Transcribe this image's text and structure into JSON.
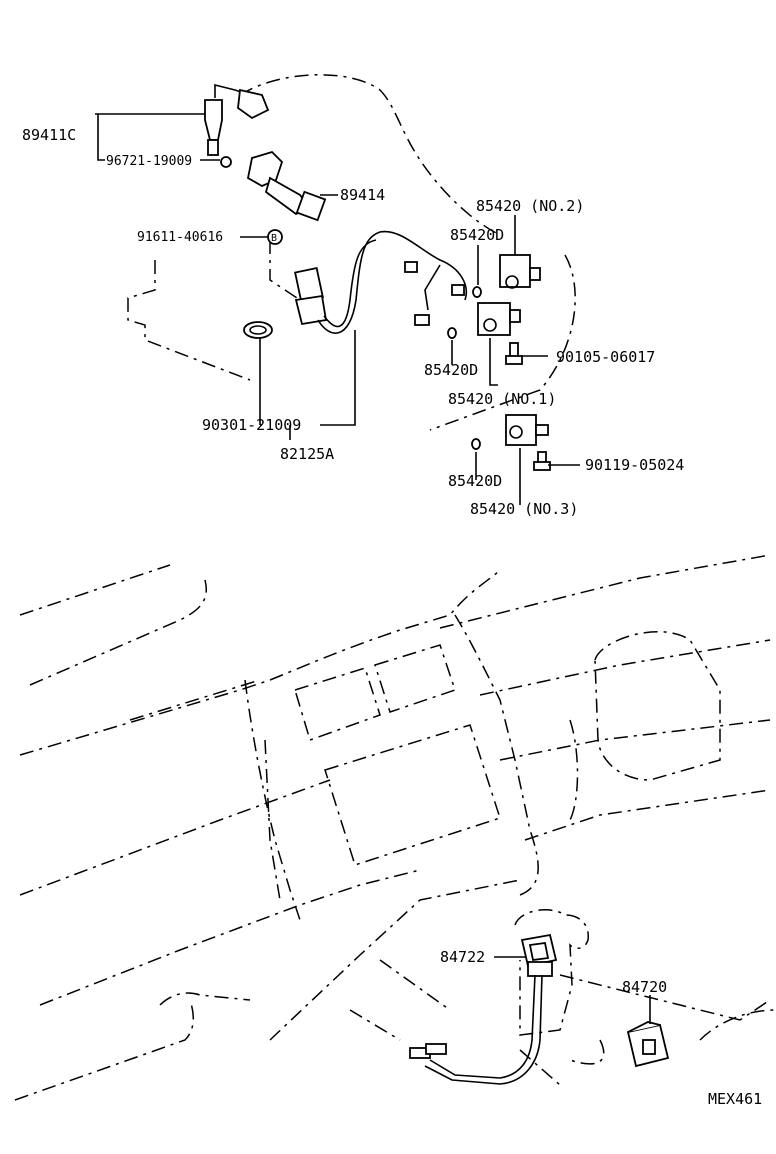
{
  "parts": {
    "p89411C": "89411C",
    "p96721": "96721-19009",
    "p89414": "89414",
    "p91611": "91611-40616",
    "b_mark": "B",
    "p85420_no2": "85420 (NO.2)",
    "p85420D_a": "85420D",
    "p90105": "90105-06017",
    "p85420D_b": "85420D",
    "p85420_no1": "85420 (NO.1)",
    "p90301": "90301-21009",
    "p82125A": "82125A",
    "p90119": "90119-05024",
    "p85420D_c": "85420D",
    "p85420_no3": "85420 (NO.3)",
    "p84722": "84722",
    "p84720": "84720"
  },
  "footer": {
    "code": "MEX461"
  }
}
